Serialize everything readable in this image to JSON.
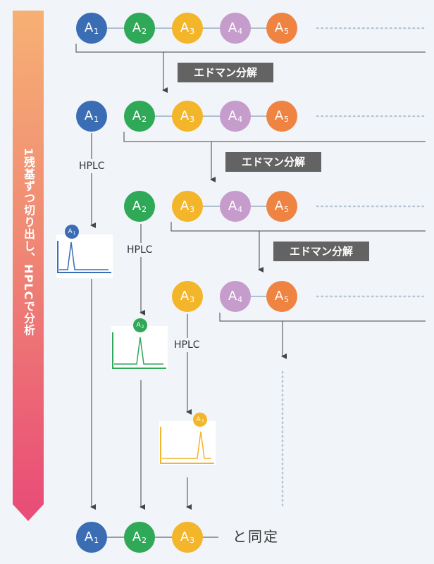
{
  "side_label": "1残基ずつ切り出し、HPLCで分析",
  "edman_label": "エドマン分解",
  "hplc_label": "HPLC",
  "result_label": "と同定",
  "residue_letter": "A",
  "residues": [
    {
      "sub": "1",
      "color": "#3b6db5"
    },
    {
      "sub": "2",
      "color": "#2fa857"
    },
    {
      "sub": "3",
      "color": "#f3b52a"
    },
    {
      "sub": "4",
      "color": "#c59ccb"
    },
    {
      "sub": "5",
      "color": "#ef8342"
    }
  ],
  "colors": {
    "line": "#aebfcf",
    "connector": "#444444",
    "dotted": "#b8c6d4"
  },
  "chromatograms": [
    {
      "residue": 0,
      "color": "#3b6db5"
    },
    {
      "residue": 1,
      "color": "#2fa857"
    },
    {
      "residue": 2,
      "color": "#f3b52a"
    }
  ]
}
